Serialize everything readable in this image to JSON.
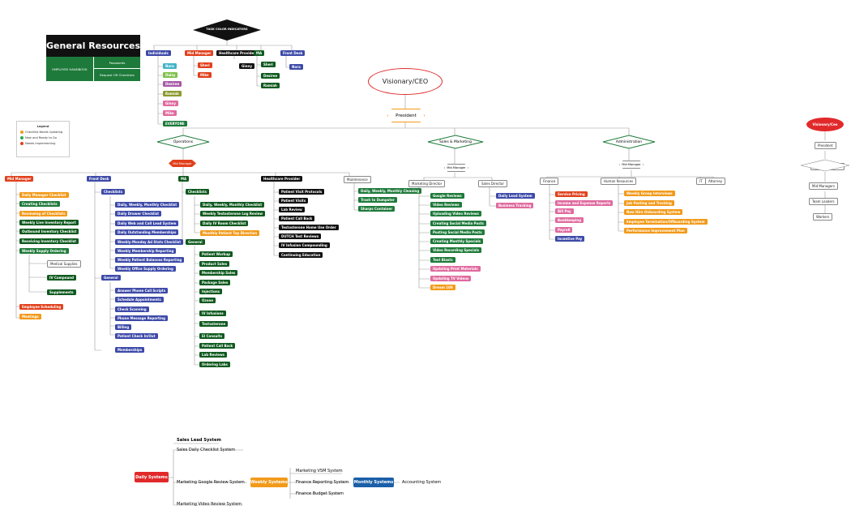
{
  "colors": {
    "black": "#111111",
    "blue": "#3d4aa8",
    "green": "#1e7a3a",
    "dkgreen": "#0f5a1f",
    "orange": "#f29a1a",
    "red": "#e1401c",
    "pink": "#e06a9e",
    "teal": "#43b3c9",
    "lgreen": "#7fc04a",
    "purple": "#a85aa8",
    "olive": "#8c9a2f"
  },
  "general_resources": {
    "title": "General Resources",
    "handbook": "EMPLOYEE HANDBOOK",
    "passwords": "Passwords",
    "request": "Request Off Checklists"
  },
  "legend": {
    "title": "Legend",
    "items": [
      "Checklist Needs Updating",
      "New and Ready to Go",
      "Needs Implementing"
    ]
  },
  "tci": {
    "title": "TASK COLOR INDICATORS",
    "heads": [
      "Individuals",
      "Mid Manager",
      "Healthcare Provider",
      "MA",
      "Front Desk"
    ],
    "individuals": [
      "Nora",
      "Daisy",
      "Desiree",
      "Ramiah",
      "Ginny",
      "Mike",
      "EVERYONE"
    ],
    "mid": [
      "Sheri",
      "Mike"
    ],
    "hcp": [
      "Ginny"
    ],
    "ma": [
      "Sheri",
      "Desiree",
      "Ramiah"
    ],
    "fd": [
      "Nora"
    ]
  },
  "top": {
    "visionary": "Visionary/CEO",
    "president": "President",
    "operations": "Operations",
    "sales_marketing": "Sales & Marketing",
    "administration": "Administration",
    "mid_manager": "Mid Manager"
  },
  "ops_heads": [
    "Mid Manager",
    "Front Desk",
    "MA",
    "Healthcare Provider",
    "Maintenance"
  ],
  "mid_col": [
    "Daily Manager Checklist",
    "Creating Checklists",
    "Reviewing of Checklists",
    "Weekly Live Inventory Report",
    "Outbound Inventory Checklist",
    "Receiving Inventory Checklist",
    "Weekly Supply Ordering"
  ],
  "supply": [
    "Medical Supplies",
    "IV Compound",
    "Supplements"
  ],
  "mid_bottom": [
    "Employee Scheduling",
    "Meetings"
  ],
  "fd_checklists": "Checklists",
  "fd_items": [
    "Daily, Weekly, Monthly Checklist",
    "Daily Drawer Checklist",
    "Daily Web and Call Lead System",
    "Daily Outstanding Memberships",
    "Weekly-Monday Ad Stats Checklist",
    "Weekly Membership Reporting",
    "Weekly Patient Balances Reporting",
    "Weekly Office Supply Ordering"
  ],
  "fd_general": "General",
  "fd_general_items": [
    "Answer Phone Call Scripts",
    "Schedule Appointments",
    "Check Scanning",
    "Phone Message Reporting",
    "Billing",
    "Patient Check In/Out"
  ],
  "fd_memberships": "Memberships",
  "ma_checklists": "Checklists",
  "ma_items": [
    "Daily, Weekly, Monthly Checklist",
    "Weekly Testosterone Log Review",
    "Daily IV Room Checklist",
    "Monthly Patient Top Direction"
  ],
  "ma_general": "General",
  "ma_general_items": [
    "Patient Workup",
    "Product Sales",
    "Membership Sales",
    "Package Sales",
    "Injections",
    "Ozone",
    "IV Infusions",
    "Testosterone",
    "EI Consults",
    "Patient Call Back",
    "Lab Reviews",
    "Ordering Labs"
  ],
  "hp_items": [
    "Patient Visit Protocols",
    "Patient Visits",
    "Lab Review",
    "Patient Call Back",
    "Testosterone Home Use Order",
    "DUTCH Test Reviews",
    "IV Infusion Compounding",
    "Continuing Education"
  ],
  "maint_items": [
    "Daily, Weekly, Monthly Cleaning",
    "Trash to Dumpster",
    "Sharps Container"
  ],
  "sm": {
    "mid": "Mid Manager",
    "mk_dir": "Marketing Director",
    "sales_dir": "Sales Director",
    "mk_items": [
      "Google Reviews",
      "Video Reviews",
      "Uploading Video Reviews",
      "Creating Social Media Posts",
      "Posting Social Media Posts",
      "Creating Monthly Specials",
      "Video Recording Specials",
      "Text Blasts",
      "Updating Print Materials",
      "Updating TV Videos",
      "Dream 100"
    ],
    "sales_items": [
      "Daily Lead System",
      "Business Tracking"
    ]
  },
  "adm": {
    "mid": "Mid Manager",
    "finance": "Finance",
    "hr": "Human Resources",
    "it": "IT",
    "attorney": "Attorney",
    "fin_items": [
      "Service Pricing",
      "Income and Expense Reports",
      "Bill Pay",
      "Bookkeeping",
      "Payroll",
      "Incentive Pay"
    ],
    "hr_items": [
      "Weekly Group Interviews",
      "Job Posting and Tracking",
      "New Hire Onboarding System",
      "Employee Termination/Offboarding System",
      "Performance Improvement Plan"
    ]
  },
  "right": {
    "title": "Visionary/Ceo",
    "items": [
      "President",
      "Senior Managers",
      "Mid Managers",
      "Team Leaders",
      "Workers"
    ]
  },
  "flow": {
    "sales_lead": "Sales Lead System",
    "daily_check": "Sales Daily Checklist System",
    "daily": "Daily Systems",
    "gr": "Marketing Google Review System",
    "vr": "Marketing Video Review System",
    "weekly": "Weekly Systems",
    "vsm": "Marketing VSM System",
    "finrep": "Finance Reporting System",
    "finbud": "Finance Budget System",
    "monthly": "Monthly Systems",
    "acct": "Accounting System"
  }
}
